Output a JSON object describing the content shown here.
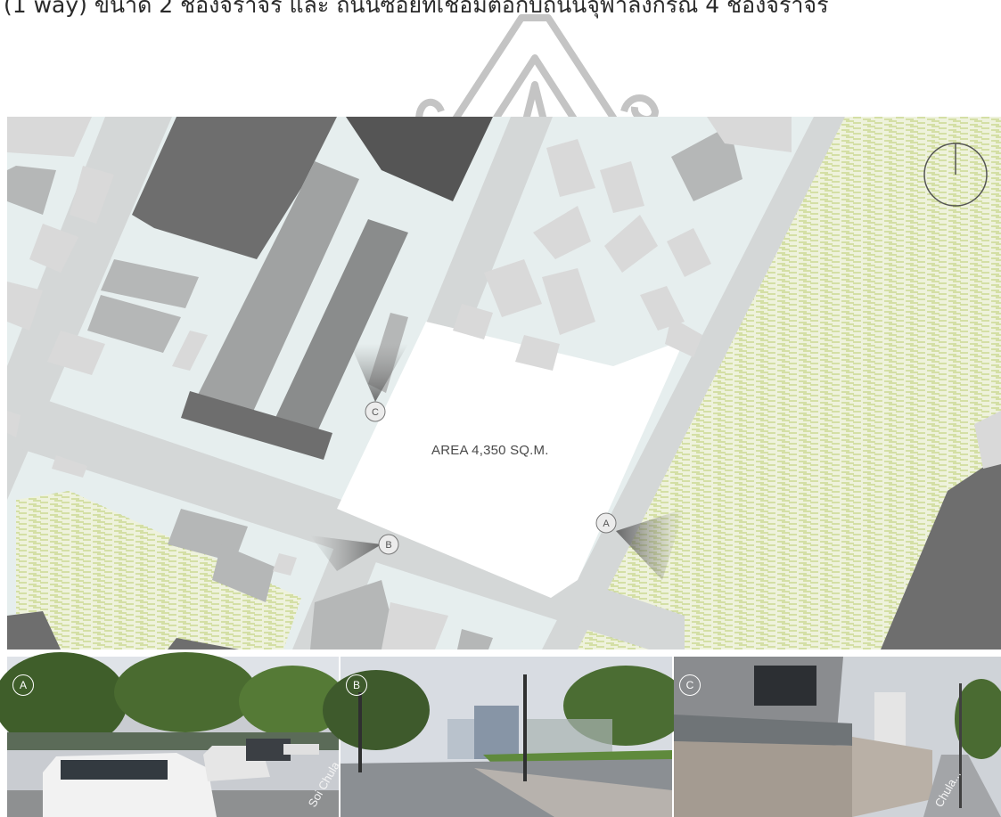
{
  "document": {
    "header_text": "(1 way) ขนาด 2 ช่องจราจร และ ถนนซอยที่เชื่อมต่อกับถนนจุฬาลงกรณ์ 4 ช่องจราจร"
  },
  "map": {
    "area_label": "AREA 4,350 SQ.M.",
    "markers": [
      {
        "id": "marker-a",
        "label": "A"
      },
      {
        "id": "marker-b",
        "label": "B"
      },
      {
        "id": "marker-c",
        "label": "C"
      }
    ],
    "colors": {
      "background": "#e6eeee",
      "road": "#d4d7d7",
      "site": "#ffffff",
      "building_light": "#d9d9d9",
      "building_mid": "#b5b7b7",
      "building_dark": "#6e6e6e",
      "green_area": "#eef2dc"
    }
  },
  "photos": [
    {
      "label": "A",
      "street_text": "Soi Chula..."
    },
    {
      "label": "B",
      "street_text": ""
    },
    {
      "label": "C",
      "street_text": "Chula..."
    }
  ]
}
